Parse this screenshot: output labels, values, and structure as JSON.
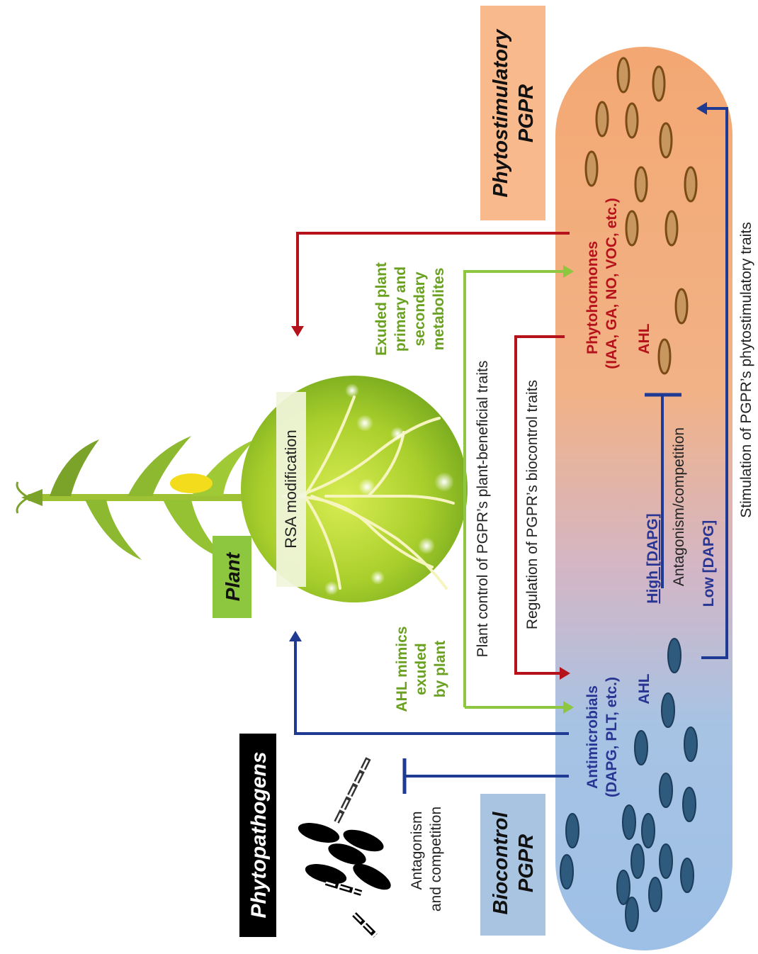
{
  "labels": {
    "phytopathogens": "Phytopathogens",
    "plant": "Plant",
    "phytostimulatory_line1": "Phytostimulatory",
    "phytostimulatory_line2": "PGPR",
    "biocontrol_line1": "Biocontrol",
    "biocontrol_line2": "PGPR",
    "rsa_modification": "RSA modification",
    "exuded_metabolites": [
      "Exuded plant",
      "primary and",
      "secondary",
      "metabolites"
    ],
    "ahl_mimics": [
      "AHL mimics",
      "exuded",
      "by plant"
    ],
    "plant_control": "Plant control of PGPR’s plant-beneficial traits",
    "regulation": "Regulation of PGPR’s biocontrol traits",
    "phytohormones": [
      "Phytohormones",
      "(IAA, GA, NO, VOC, etc.)"
    ],
    "ahl_top": "AHL",
    "ahl_bottom": "AHL",
    "antimicrobials": [
      "Antimicrobials",
      "(DAPG, PLT, etc.)"
    ],
    "high_dapg": "High [DAPG]",
    "low_dapg": "Low [DAPG]",
    "antagonism_competition_mid": "Antagonism/competition",
    "antagonism_competition_left": [
      "Antagonism",
      "and competition"
    ],
    "stimulation": "Stimulation of PGPR’s phytostimulatory traits"
  },
  "colors": {
    "red_arrow": "#b5121b",
    "green_arrow": "#8dc63f",
    "blue_arrow": "#1f3a93",
    "plant_label_bg": "#8dc63f",
    "phytostim_bg": "#f7b183",
    "biocontrol_bg": "#a8c4e0",
    "pathogen_label_bg": "#000000",
    "green_text": "#6aa121",
    "red_text": "#b5121b",
    "blue_text": "#283593",
    "top_cells": "#8b5a1e",
    "bottom_cells": "#2a5476"
  }
}
